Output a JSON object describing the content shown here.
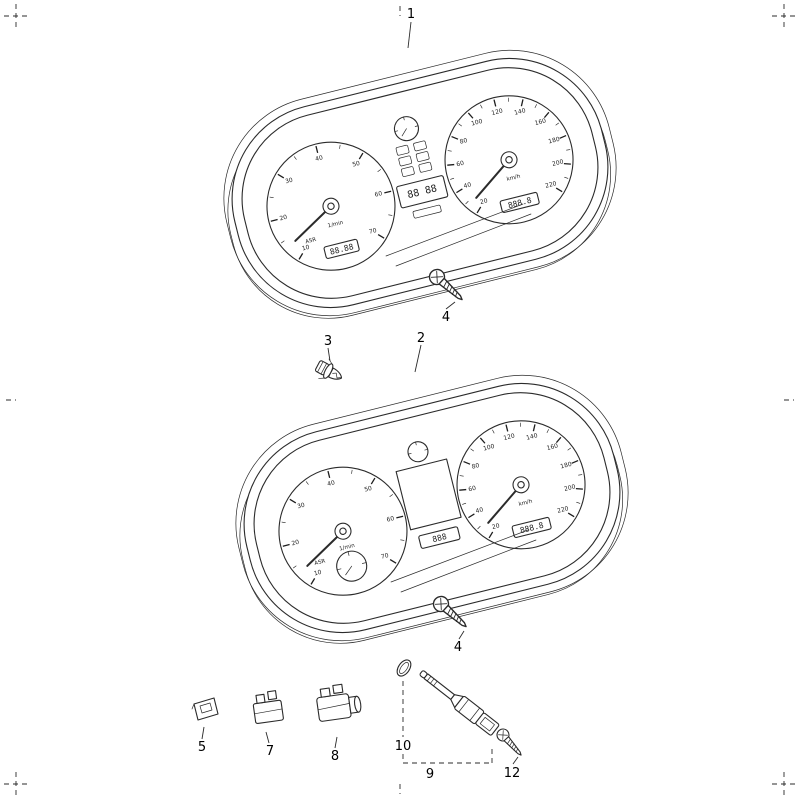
{
  "diagram": {
    "background": "#ffffff",
    "line_color": "#2b2b2b"
  },
  "callouts": {
    "cluster1": "1",
    "cluster2": "2",
    "bulb": "3",
    "screw_top": "4",
    "screw_bottom": "4",
    "clip": "5",
    "connector": "7",
    "sensor": "8",
    "sensor_group": "9",
    "o_ring": "10",
    "screw_sensor": "12"
  },
  "cluster1": {
    "tach": {
      "labels": [
        "10",
        "20",
        "30",
        "40",
        "50",
        "60",
        "70"
      ],
      "unit": "1/min"
    },
    "speedo": {
      "labels": [
        "20",
        "40",
        "60",
        "80",
        "100",
        "120",
        "140",
        "160",
        "180",
        "200",
        "220"
      ],
      "unit": "km/h"
    },
    "badge": "ASR",
    "lcd_left": "88.88",
    "lcd_right": "888.8",
    "lcd_center": "88 88"
  },
  "cluster2": {
    "tach": {
      "labels": [
        "10",
        "20",
        "30",
        "40",
        "50",
        "60",
        "70"
      ],
      "unit": "1/min"
    },
    "speedo": {
      "labels": [
        "20",
        "40",
        "60",
        "80",
        "100",
        "120",
        "140",
        "160",
        "180",
        "200",
        "220"
      ],
      "unit": "km/h"
    },
    "badge": "ASR",
    "lcd_right": "888.8",
    "lcd_center": "888"
  }
}
